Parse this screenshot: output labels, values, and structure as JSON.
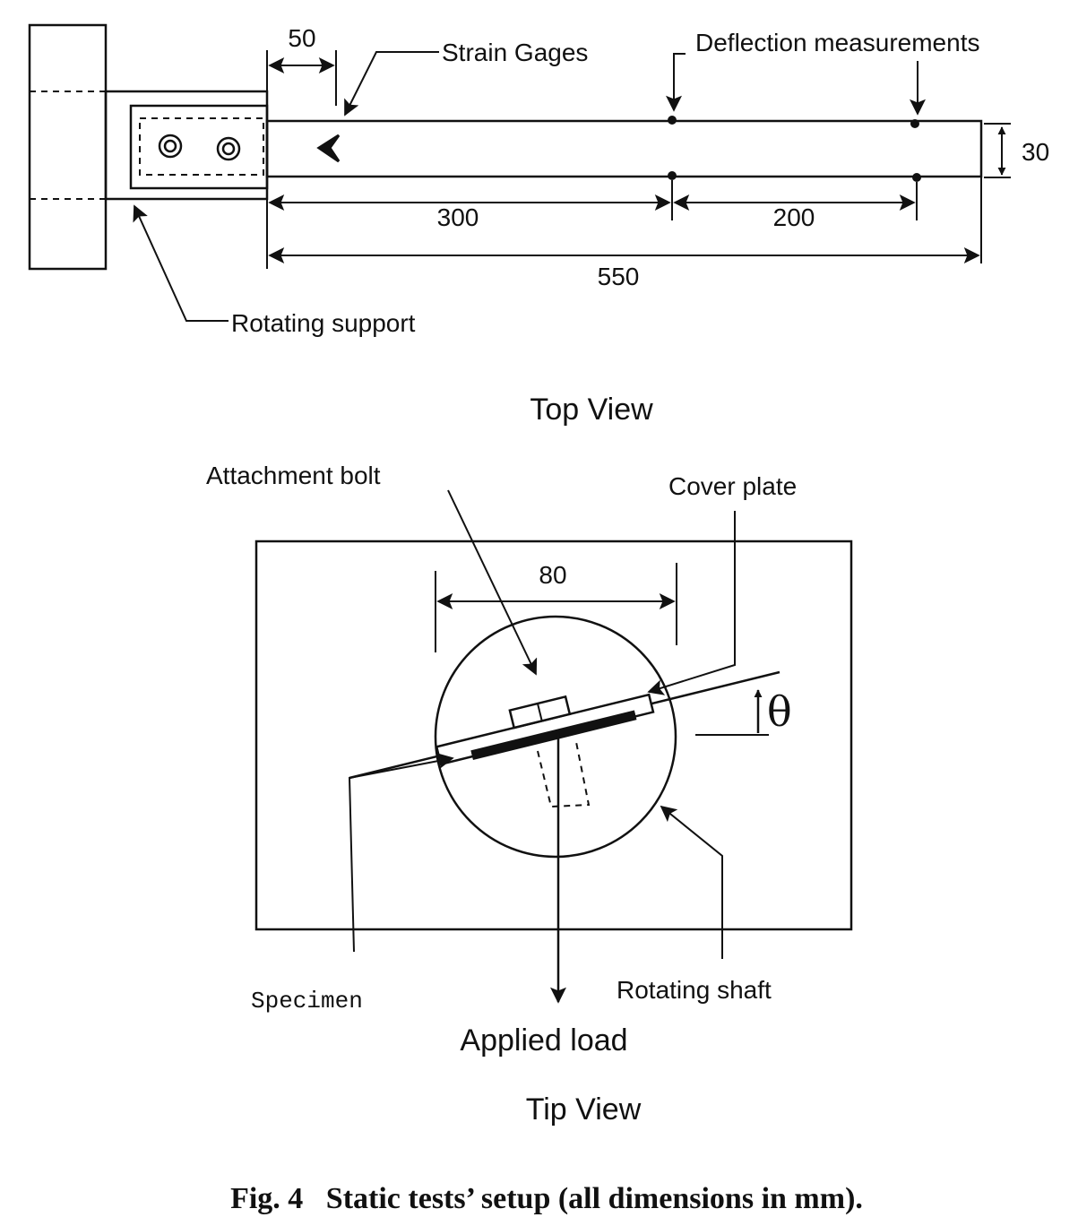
{
  "top_view": {
    "labels": {
      "strain_gages": "Strain Gages",
      "deflection": "Deflection measurements",
      "rotating_support": "Rotating support"
    },
    "dimensions": {
      "gage_offset": "50",
      "width": "30",
      "first_span": "300",
      "second_span": "200",
      "overall": "550"
    },
    "title": "Top View"
  },
  "tip_view": {
    "labels": {
      "attachment_bolt": "Attachment bolt",
      "cover_plate": "Cover plate",
      "specimen": "Specimen",
      "rotating_shaft": "Rotating shaft",
      "applied_load": "Applied load"
    },
    "dimensions": {
      "shaft_width": "80"
    },
    "angle_symbol": "θ",
    "title": "Tip View"
  },
  "caption": "Fig. 4   Static tests’ setup (all dimensions in mm)."
}
